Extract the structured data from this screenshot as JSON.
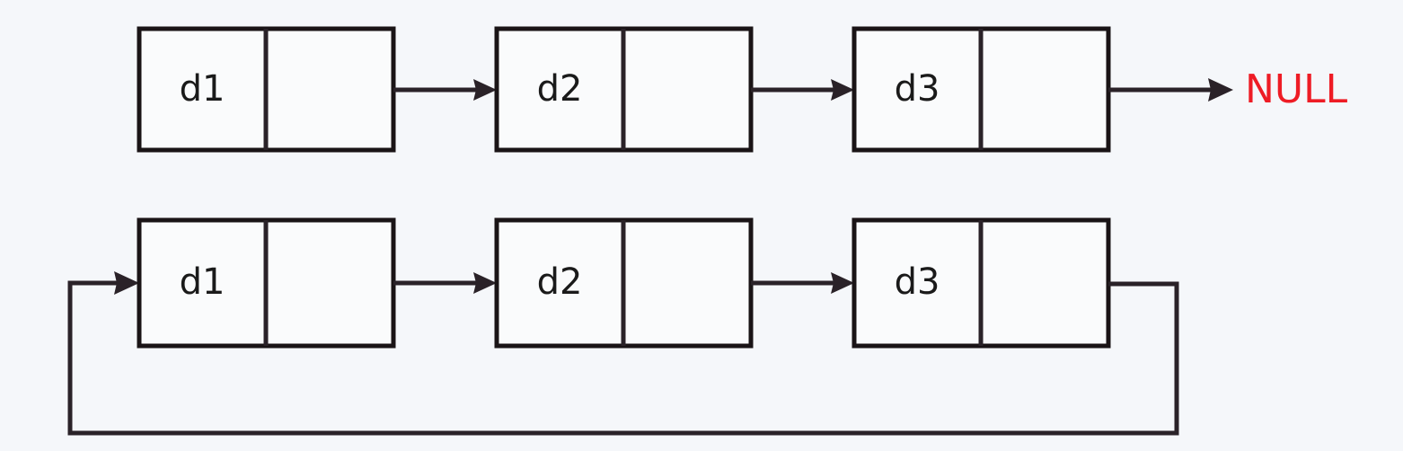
{
  "diagram": {
    "title": "Singly linked list and circular linked list",
    "background_color": "#f5f7fa",
    "stroke_color": "#2a2228",
    "node_text_color": "#1a1a1a",
    "null_text_color": "#ee1c25",
    "rows": [
      {
        "name": "singly-linked-list",
        "nodes": [
          {
            "data": "d1",
            "pointer": ""
          },
          {
            "data": "d2",
            "pointer": ""
          },
          {
            "data": "d3",
            "pointer": ""
          }
        ],
        "terminator": "NULL",
        "terminator_color": "#ee1c25",
        "circular": false
      },
      {
        "name": "circular-linked-list",
        "nodes": [
          {
            "data": "d1",
            "pointer": ""
          },
          {
            "data": "d2",
            "pointer": ""
          },
          {
            "data": "d3",
            "pointer": ""
          }
        ],
        "terminator": "",
        "circular": true
      }
    ]
  },
  "labels": {
    "row1_node1": "d1",
    "row1_node2": "d2",
    "row1_node3": "d3",
    "row1_null": "NULL",
    "row2_node1": "d1",
    "row2_node2": "d2",
    "row2_node3": "d3"
  }
}
